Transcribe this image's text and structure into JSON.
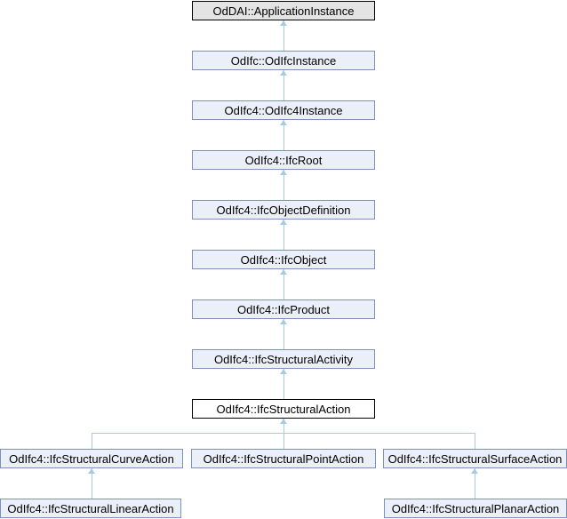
{
  "diagram": {
    "type": "class-inheritance-graph",
    "title": "Inheritance diagram for OdIfc4::IfcStructuralAction",
    "nodes": [
      {
        "label": "OdDAI::ApplicationInstance",
        "style": "external",
        "linked": false
      },
      {
        "label": "OdIfc::OdIfcInstance",
        "style": "linked",
        "linked": true
      },
      {
        "label": "OdIfc4::OdIfc4Instance",
        "style": "linked",
        "linked": true
      },
      {
        "label": "OdIfc4::IfcRoot",
        "style": "linked",
        "linked": true
      },
      {
        "label": "OdIfc4::IfcObjectDefinition",
        "style": "linked",
        "linked": true
      },
      {
        "label": "OdIfc4::IfcObject",
        "style": "linked",
        "linked": true
      },
      {
        "label": "OdIfc4::IfcProduct",
        "style": "linked",
        "linked": true
      },
      {
        "label": "OdIfc4::IfcStructuralActivity",
        "style": "linked",
        "linked": true
      },
      {
        "label": "OdIfc4::IfcStructuralAction",
        "style": "current",
        "linked": false
      },
      {
        "label": "OdIfc4::IfcStructuralCurveAction",
        "style": "linked",
        "linked": true
      },
      {
        "label": "OdIfc4::IfcStructuralPointAction",
        "style": "linked",
        "linked": true
      },
      {
        "label": "OdIfc4::IfcStructuralSurfaceAction",
        "style": "linked",
        "linked": true
      },
      {
        "label": "OdIfc4::IfcStructuralLinearAction",
        "style": "linked",
        "linked": true
      },
      {
        "label": "OdIfc4::IfcStructuralPlanarAction",
        "style": "linked",
        "linked": true
      }
    ],
    "edges": [
      {
        "derived": "OdIfc::OdIfcInstance",
        "base": "OdDAI::ApplicationInstance"
      },
      {
        "derived": "OdIfc4::OdIfc4Instance",
        "base": "OdIfc::OdIfcInstance"
      },
      {
        "derived": "OdIfc4::IfcRoot",
        "base": "OdIfc4::OdIfc4Instance"
      },
      {
        "derived": "OdIfc4::IfcObjectDefinition",
        "base": "OdIfc4::IfcRoot"
      },
      {
        "derived": "OdIfc4::IfcObject",
        "base": "OdIfc4::IfcObjectDefinition"
      },
      {
        "derived": "OdIfc4::IfcProduct",
        "base": "OdIfc4::IfcObject"
      },
      {
        "derived": "OdIfc4::IfcStructuralActivity",
        "base": "OdIfc4::IfcProduct"
      },
      {
        "derived": "OdIfc4::IfcStructuralAction",
        "base": "OdIfc4::IfcStructuralActivity"
      },
      {
        "derived": "OdIfc4::IfcStructuralCurveAction",
        "base": "OdIfc4::IfcStructuralAction"
      },
      {
        "derived": "OdIfc4::IfcStructuralPointAction",
        "base": "OdIfc4::IfcStructuralAction"
      },
      {
        "derived": "OdIfc4::IfcStructuralSurfaceAction",
        "base": "OdIfc4::IfcStructuralAction"
      },
      {
        "derived": "OdIfc4::IfcStructuralLinearAction",
        "base": "OdIfc4::IfcStructuralCurveAction"
      },
      {
        "derived": "OdIfc4::IfcStructuralPlanarAction",
        "base": "OdIfc4::IfcStructuralSurfaceAction"
      }
    ],
    "colors": {
      "background": "#ffffff",
      "node_fill": "#ebeff7",
      "node_border": "#7d91c0",
      "external_fill": "#e4e4e4",
      "current_fill": "#ffffff",
      "black": "#000000",
      "edge": "#a6cce1",
      "text": "#000000"
    }
  }
}
